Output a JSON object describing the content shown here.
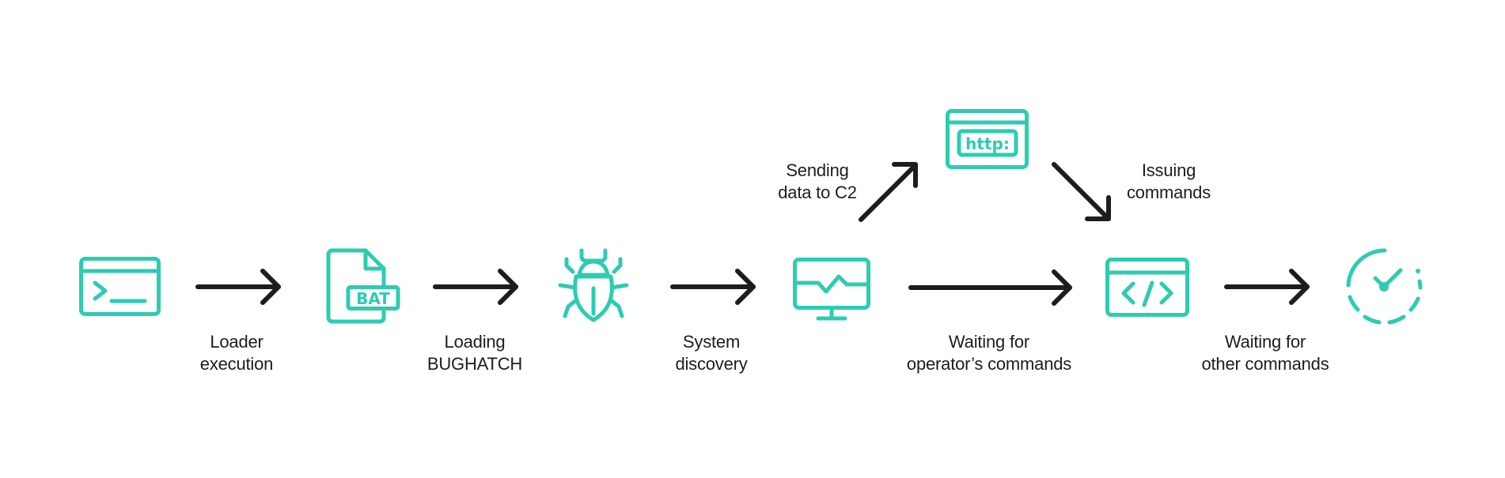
{
  "diagram": {
    "title": "BUGHATCH execution flow",
    "colors": {
      "accent": "#2dccb1",
      "arrow": "#1d1d1b",
      "text": "#1d1d1b",
      "background": "#ffffff"
    },
    "nodes": [
      {
        "id": "terminal",
        "icon": "terminal-window-icon"
      },
      {
        "id": "bat",
        "icon": "bat-file-icon",
        "icon_text": "BAT"
      },
      {
        "id": "bug",
        "icon": "bug-icon"
      },
      {
        "id": "monitor",
        "icon": "monitor-activity-icon"
      },
      {
        "id": "http",
        "icon": "http-browser-icon",
        "icon_text": "http:"
      },
      {
        "id": "code",
        "icon": "code-window-icon"
      },
      {
        "id": "clock",
        "icon": "clock-pending-icon"
      }
    ],
    "edges": [
      {
        "from": "terminal",
        "to": "bat",
        "label_lines": [
          "Loader",
          "execution"
        ]
      },
      {
        "from": "bat",
        "to": "bug",
        "label_lines": [
          "Loading",
          "BUGHATCH"
        ]
      },
      {
        "from": "bug",
        "to": "monitor",
        "label_lines": [
          "System",
          "discovery"
        ]
      },
      {
        "from": "monitor",
        "to": "code",
        "label_lines": [
          "Waiting for",
          "operator’s commands"
        ]
      },
      {
        "from": "code",
        "to": "clock",
        "label_lines": [
          "Waiting for",
          "other commands"
        ]
      },
      {
        "from": "monitor",
        "to": "http",
        "label_lines": [
          "Sending",
          "data to C2"
        ]
      },
      {
        "from": "http",
        "to": "code",
        "label_lines": [
          "Issuing",
          "commands"
        ]
      }
    ]
  }
}
